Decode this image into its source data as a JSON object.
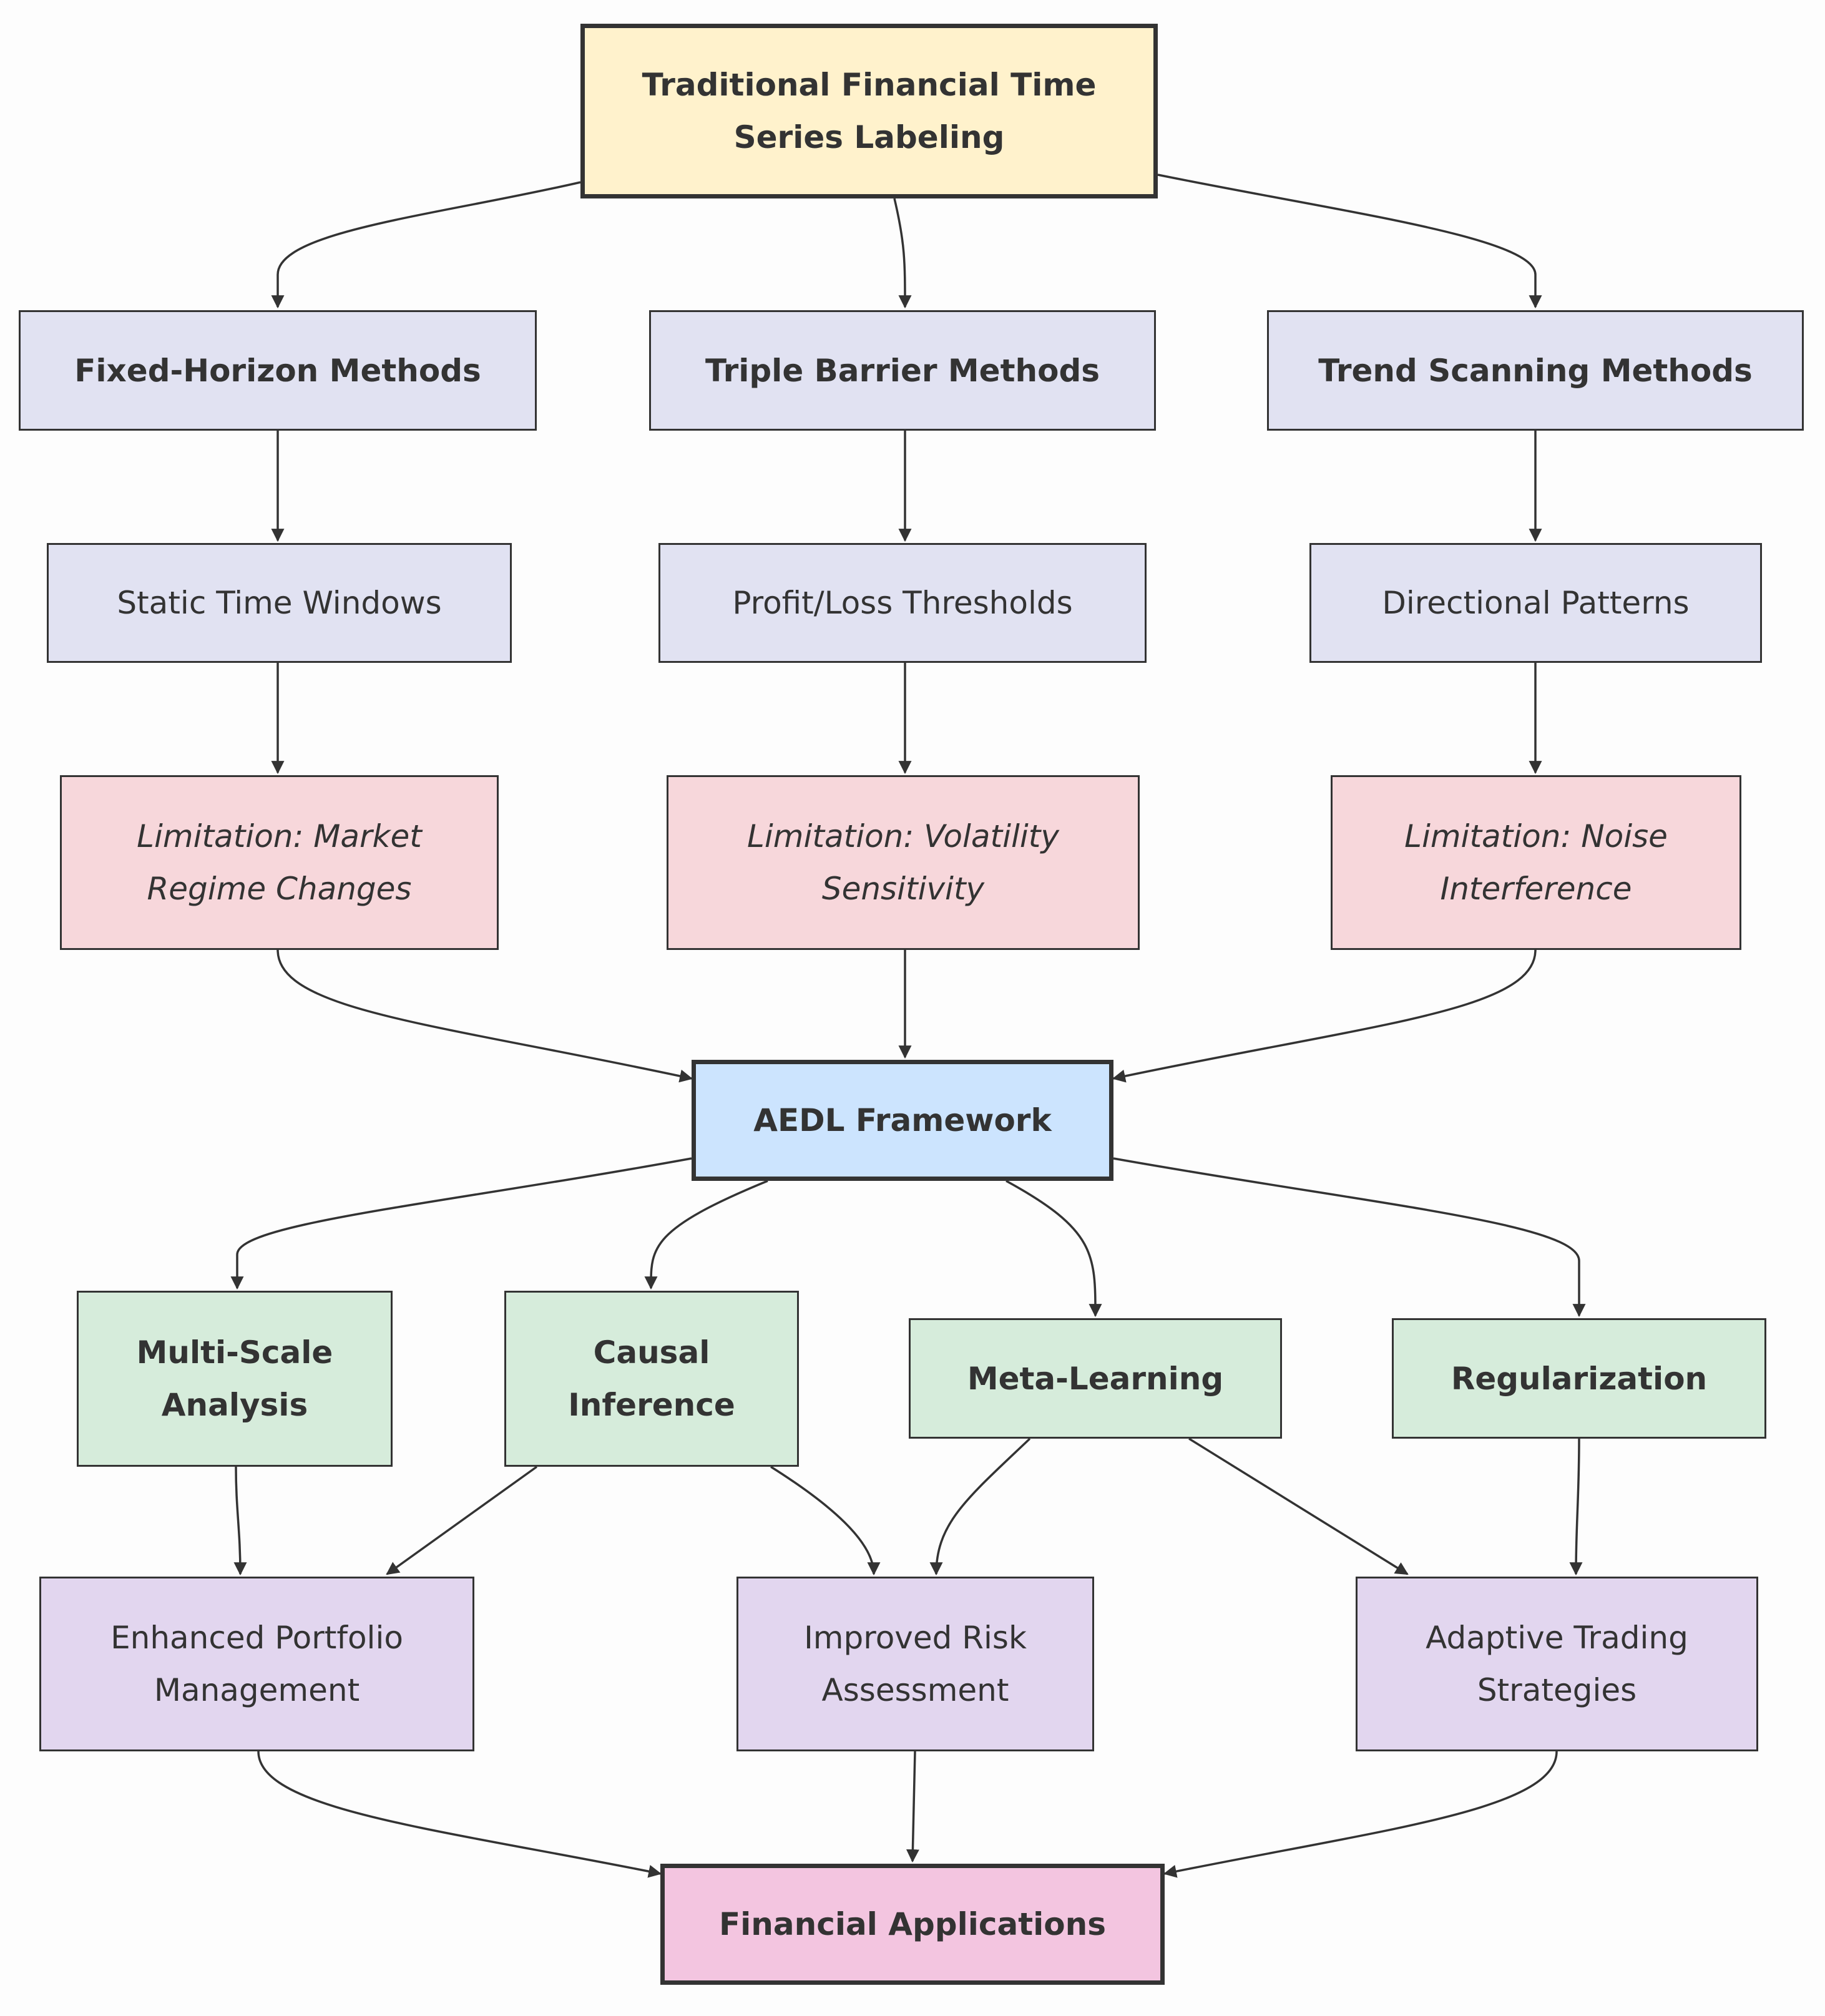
{
  "nodes": {
    "root": "Traditional Financial Time Series Labeling",
    "fixed_horizon": "Fixed-Horizon Methods",
    "triple_barrier": "Triple Barrier Methods",
    "trend_scanning": "Trend Scanning Methods",
    "static_windows": "Static Time Windows",
    "profit_loss": "Profit/Loss Thresholds",
    "directional": "Directional Patterns",
    "limit_regime": "Limitation: Market Regime Changes",
    "limit_volatility": "Limitation: Volatility Sensitivity",
    "limit_noise": "Limitation: Noise Interference",
    "aedl": "AEDL Framework",
    "multiscale": "Multi-Scale Analysis",
    "causal": "Causal Inference",
    "meta": "Meta-Learning",
    "regularization": "Regularization",
    "portfolio": "Enhanced Portfolio Management",
    "risk": "Improved Risk Assessment",
    "adaptive": "Adaptive Trading Strategies",
    "financial": "Financial Applications"
  },
  "colors": {
    "root": "#fff2cc",
    "methods": "#e1e2f2",
    "limitations": "#f7d7db",
    "framework": "#cce4fe",
    "components": "#d6ecdb",
    "outcomes": "#e2d6ef",
    "applications": "#f3c5e0",
    "edge": "#333333"
  },
  "edges": [
    [
      "root",
      "fixed_horizon"
    ],
    [
      "root",
      "triple_barrier"
    ],
    [
      "root",
      "trend_scanning"
    ],
    [
      "fixed_horizon",
      "static_windows"
    ],
    [
      "triple_barrier",
      "profit_loss"
    ],
    [
      "trend_scanning",
      "directional"
    ],
    [
      "static_windows",
      "limit_regime"
    ],
    [
      "profit_loss",
      "limit_volatility"
    ],
    [
      "directional",
      "limit_noise"
    ],
    [
      "limit_regime",
      "aedl"
    ],
    [
      "limit_volatility",
      "aedl"
    ],
    [
      "limit_noise",
      "aedl"
    ],
    [
      "aedl",
      "multiscale"
    ],
    [
      "aedl",
      "causal"
    ],
    [
      "aedl",
      "meta"
    ],
    [
      "aedl",
      "regularization"
    ],
    [
      "multiscale",
      "portfolio"
    ],
    [
      "causal",
      "portfolio"
    ],
    [
      "causal",
      "risk"
    ],
    [
      "meta",
      "risk"
    ],
    [
      "meta",
      "adaptive"
    ],
    [
      "regularization",
      "adaptive"
    ],
    [
      "portfolio",
      "financial"
    ],
    [
      "risk",
      "financial"
    ],
    [
      "adaptive",
      "financial"
    ]
  ]
}
